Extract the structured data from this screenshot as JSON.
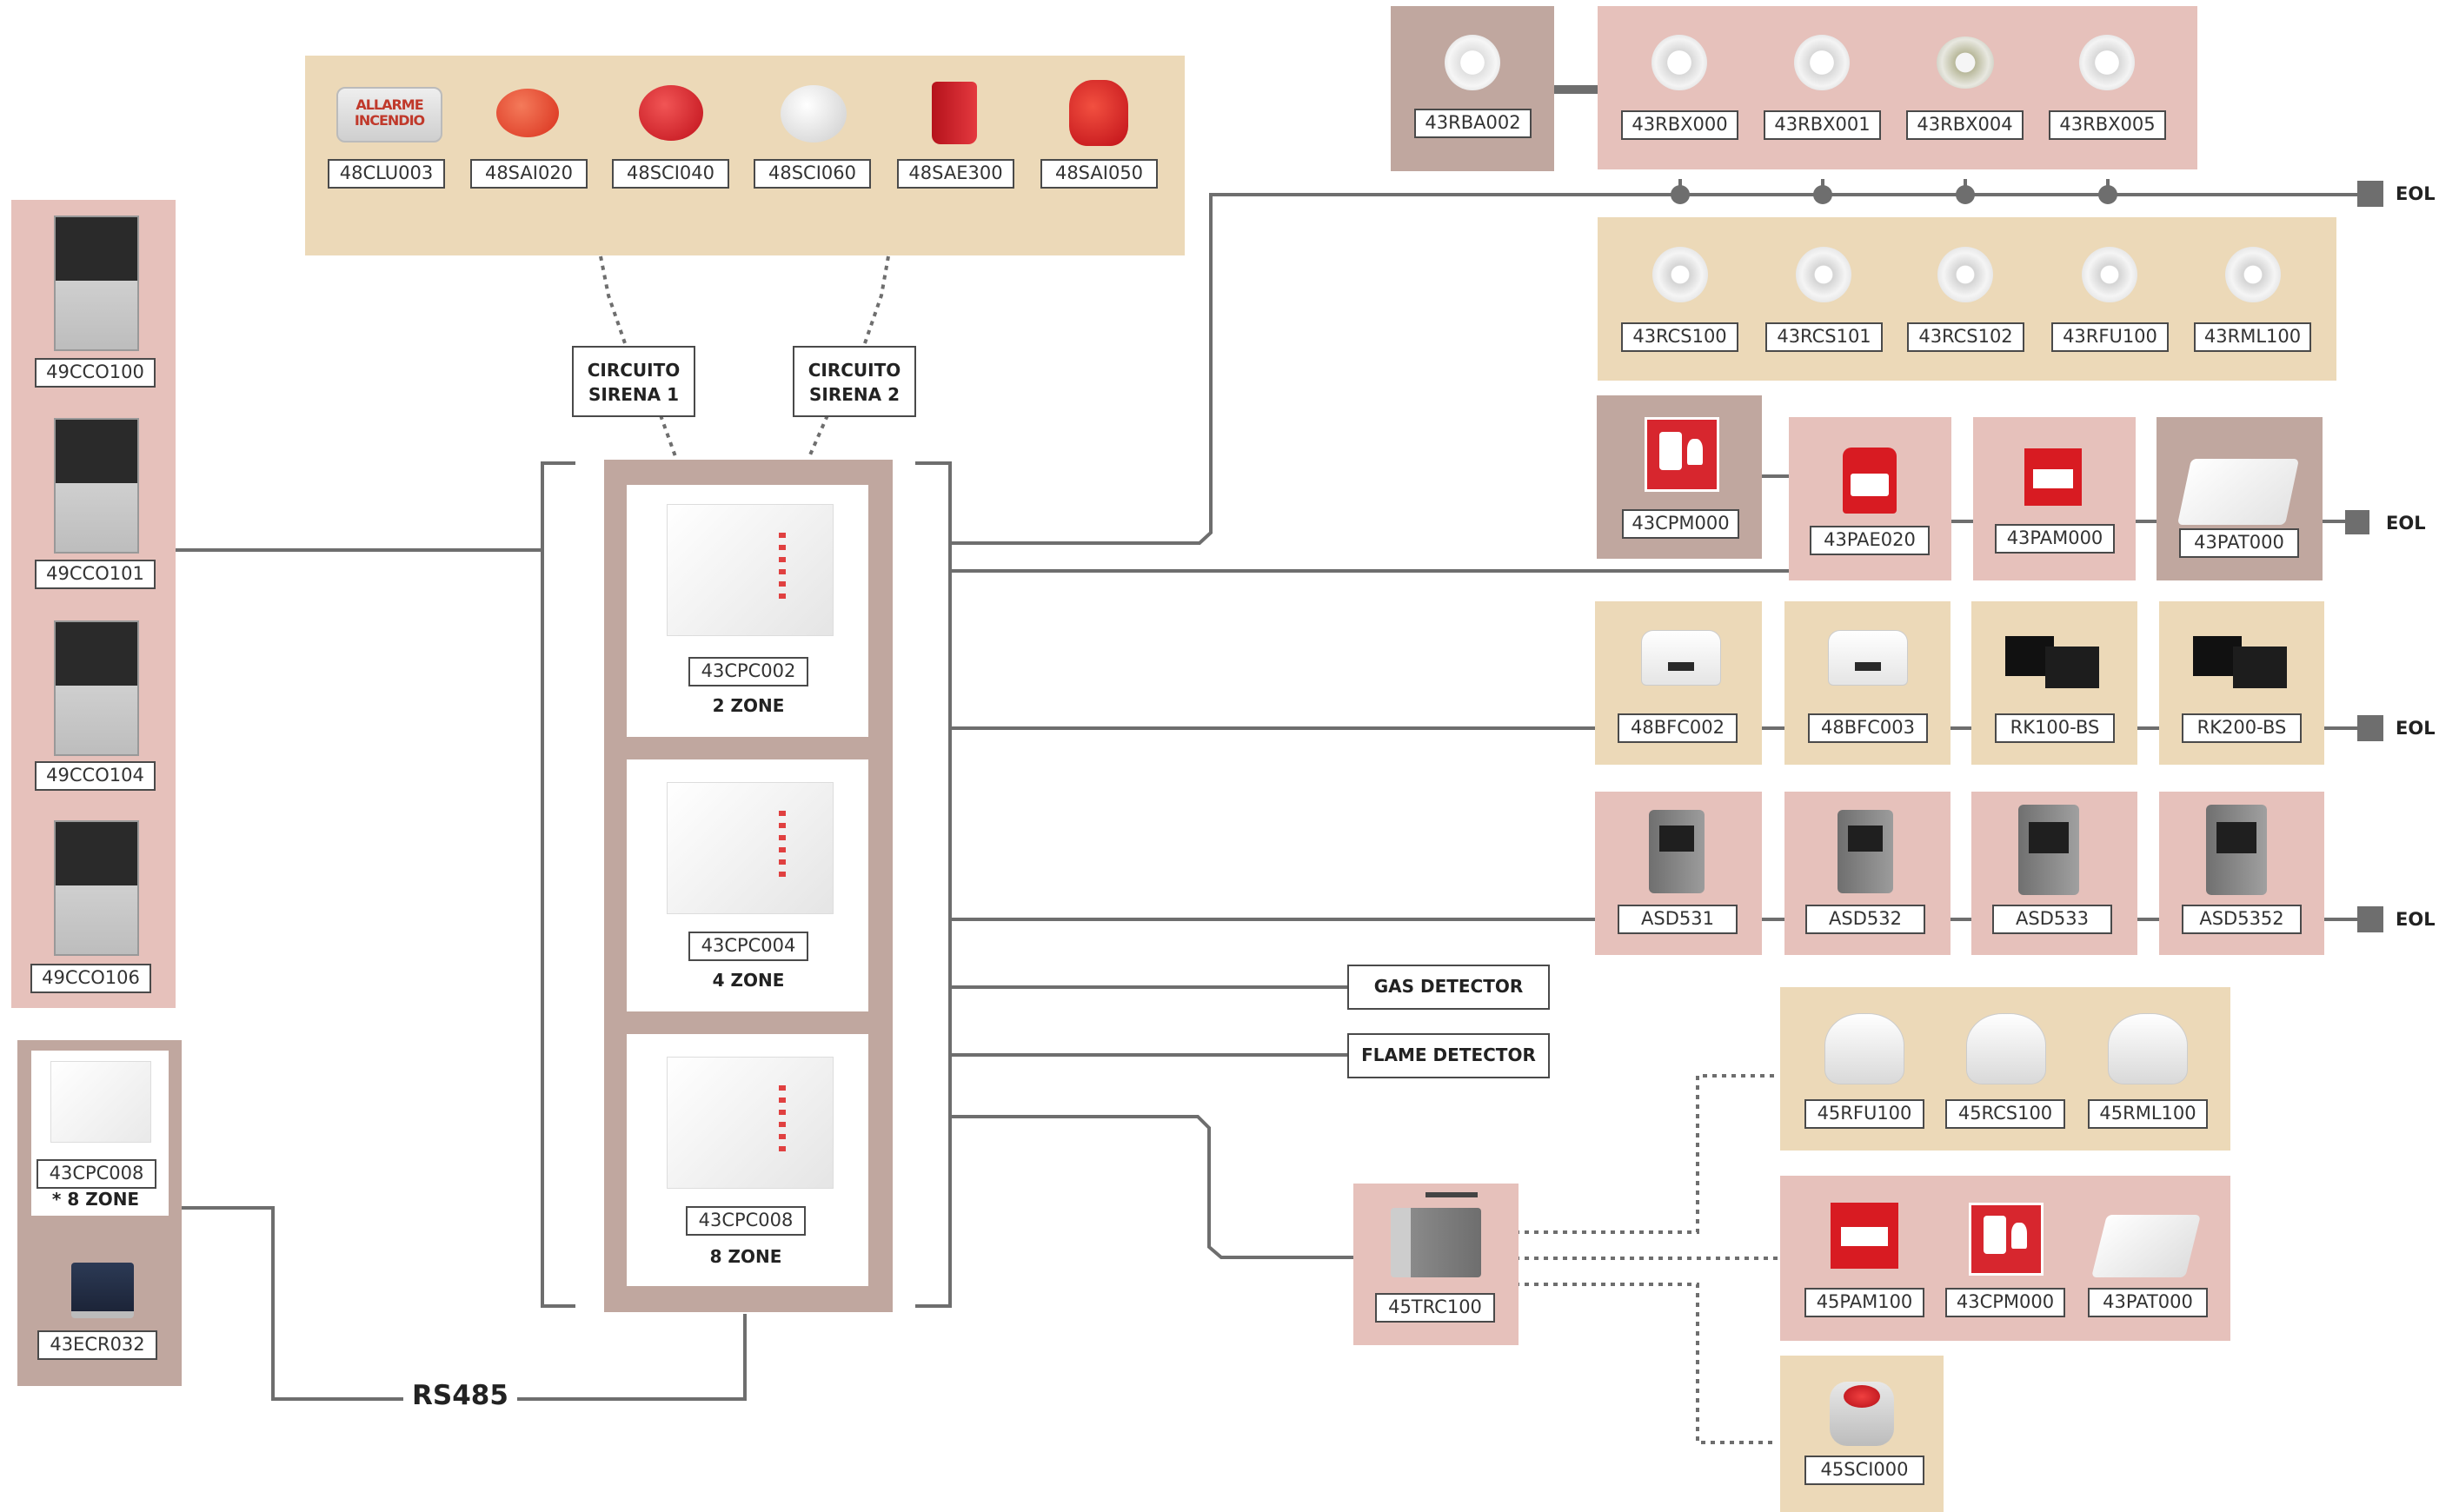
{
  "colors": {
    "pink": "#e6c1bb",
    "tan": "#ecd9b8",
    "mauve": "#c0a79f",
    "wire": "#6e6e6e"
  },
  "sirens": [
    "48CLU003",
    "48SAI020",
    "48SCI040",
    "48SCI060",
    "48SAE300",
    "48SAI050"
  ],
  "alarm_sign_text": "ALLARME INCENDIO",
  "circuits": {
    "c1": "CIRCUITO\nSIRENA 1",
    "c2": "CIRCUITO\nSIRENA 2"
  },
  "left_panels": [
    "49CCO100",
    "49CCO101",
    "49CCO104",
    "49CCO106"
  ],
  "remote": {
    "panel": "43CPC008",
    "zone": "* 8 ZONE",
    "repeater": "43ECR032"
  },
  "rs485": "RS485",
  "central_panels": [
    {
      "code": "43CPC002",
      "zone": "2 ZONE"
    },
    {
      "code": "43CPC004",
      "zone": "4 ZONE"
    },
    {
      "code": "43CPC008",
      "zone": "8 ZONE"
    }
  ],
  "base_single": "43RBA002",
  "bases": [
    "43RBX000",
    "43RBX001",
    "43RBX004",
    "43RBX005"
  ],
  "detectors": [
    "43RCS100",
    "43RCS101",
    "43RCS102",
    "43RFU100",
    "43RML100"
  ],
  "callpoint_sign": "43CPM000",
  "callpoints": [
    "43PAE020",
    "43PAM000"
  ],
  "callpoint_cover": "43PAT000",
  "beams": [
    "48BFC002",
    "48BFC003",
    "RK100-BS",
    "RK200-BS"
  ],
  "aspirating": [
    "ASD531",
    "ASD532",
    "ASD533",
    "ASD5352"
  ],
  "gas": "GAS DETECTOR",
  "flame": "FLAME DETECTOR",
  "translator": "45TRC100",
  "wireless_detectors": [
    "45RFU100",
    "45RCS100",
    "45RML100"
  ],
  "wireless_callpoints": [
    "45PAM100",
    "43CPM000",
    "43PAT000"
  ],
  "wireless_sounder": "45SCI000",
  "eol": "EOL"
}
